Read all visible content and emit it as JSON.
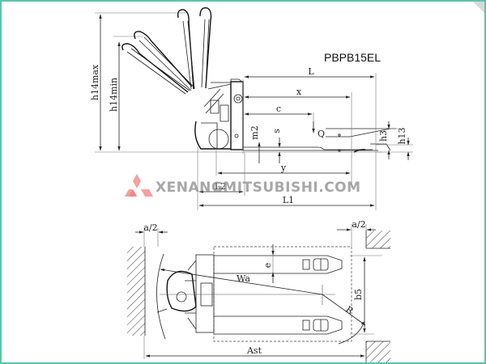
{
  "model_label": "PBPB15EL",
  "watermark": {
    "text": "XENANGMITSUBISHI.COM",
    "logo": "mitsubishi-three-diamonds-logo",
    "logo_color": "#f08080",
    "text_color": "#8a8a8a"
  },
  "frame": {
    "border_color": "#5bc4ac"
  },
  "side_view": {
    "dimensions": {
      "h14max": "h14max",
      "h14min": "h14min",
      "L": "L",
      "x": "x",
      "c": "c",
      "Q": "Q",
      "m2": "m2",
      "s": "s",
      "h3": "h3",
      "h13": "h13",
      "y": "y",
      "L2": "L2",
      "L1": "L1"
    }
  },
  "top_view": {
    "dimensions": {
      "a_half_left": "a/2",
      "a_half_right": "a/2",
      "e": "e",
      "wa": "Wa",
      "R": "R",
      "b5": "b5",
      "Ast": "Ast"
    }
  }
}
